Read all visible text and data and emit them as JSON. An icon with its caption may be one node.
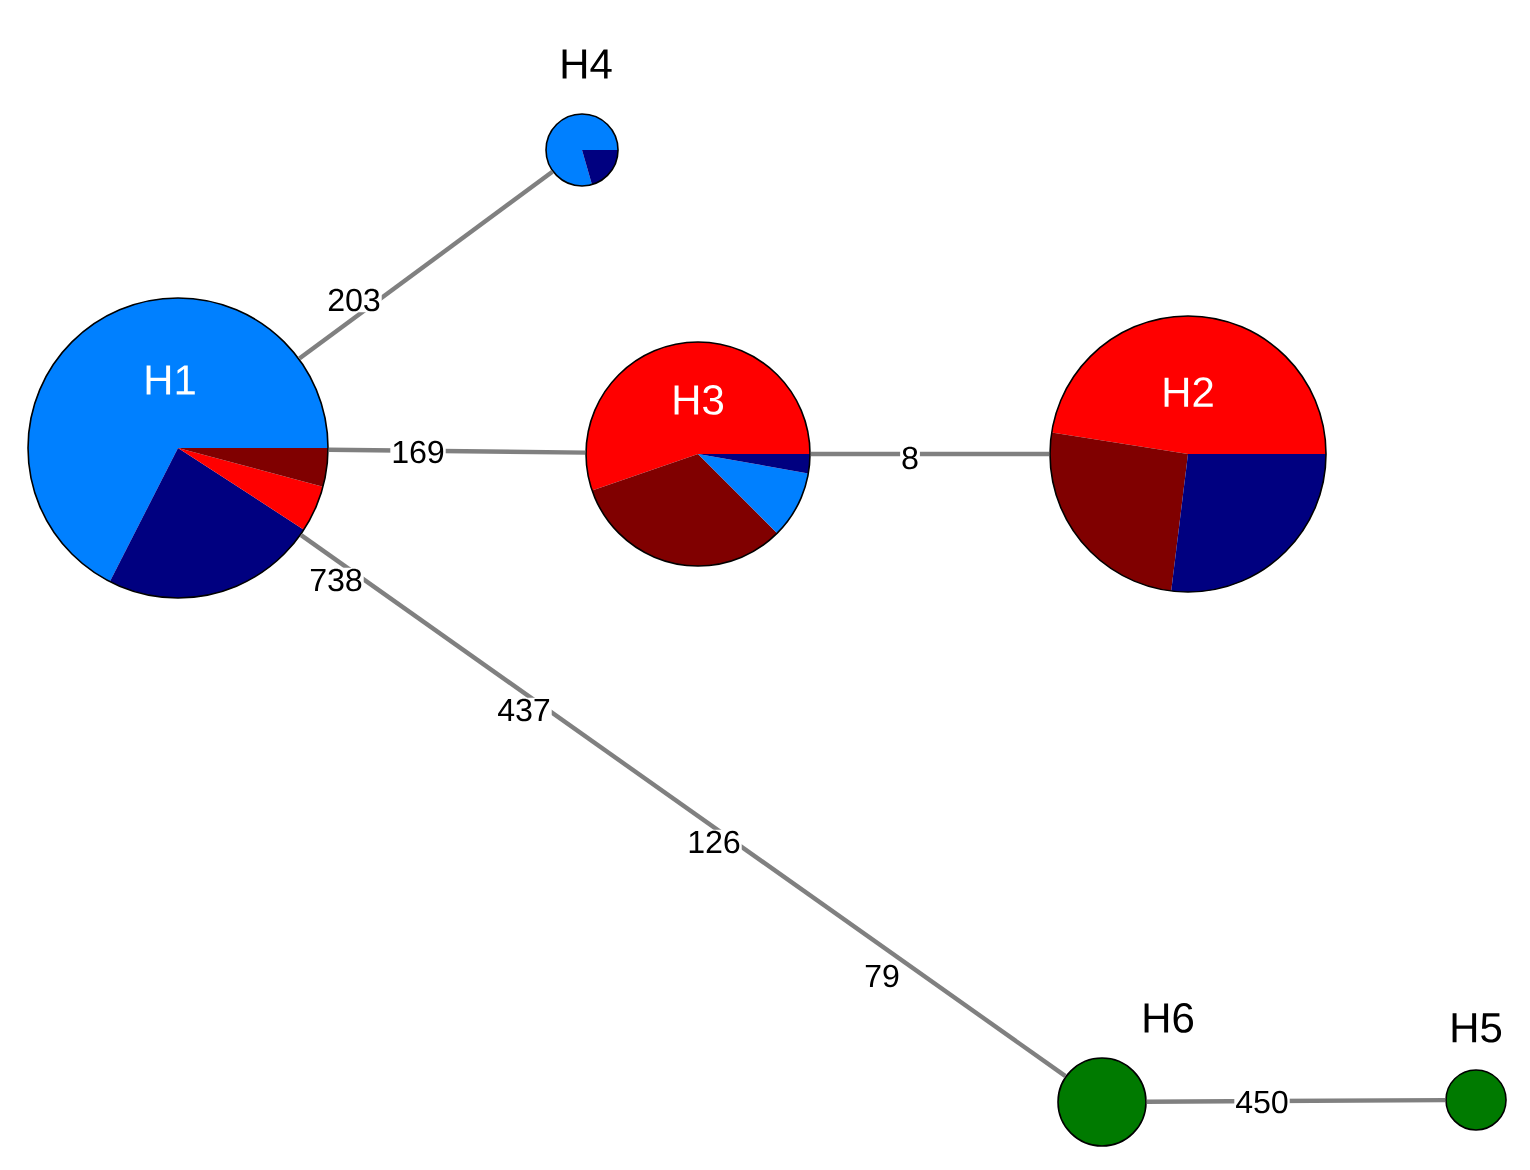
{
  "diagram": {
    "nodes": [
      {
        "text": [
          "H4"
        ]
      },
      {
        "text": [
          "H1"
        ]
      },
      {
        "text": [
          "H3"
        ]
      },
      {
        "text": [
          "H2"
        ]
      },
      {
        "text": [
          "H6"
        ]
      },
      {
        "text": [
          "H5"
        ]
      }
    ],
    "edges": [
      {
        "from": 1,
        "to": 0,
        "arrow": "none",
        "label": "203"
      },
      {
        "from": 1,
        "to": 2,
        "arrow": "none",
        "label": "169"
      },
      {
        "from": 2,
        "to": 3,
        "arrow": "none",
        "label": "8"
      },
      {
        "from": 1,
        "to": 4,
        "arrow": "none",
        "label": "738"
      },
      {
        "from": 4,
        "to": 5,
        "arrow": "none",
        "label": "450"
      }
    ],
    "labels": [
      "437",
      "126",
      "79"
    ]
  }
}
